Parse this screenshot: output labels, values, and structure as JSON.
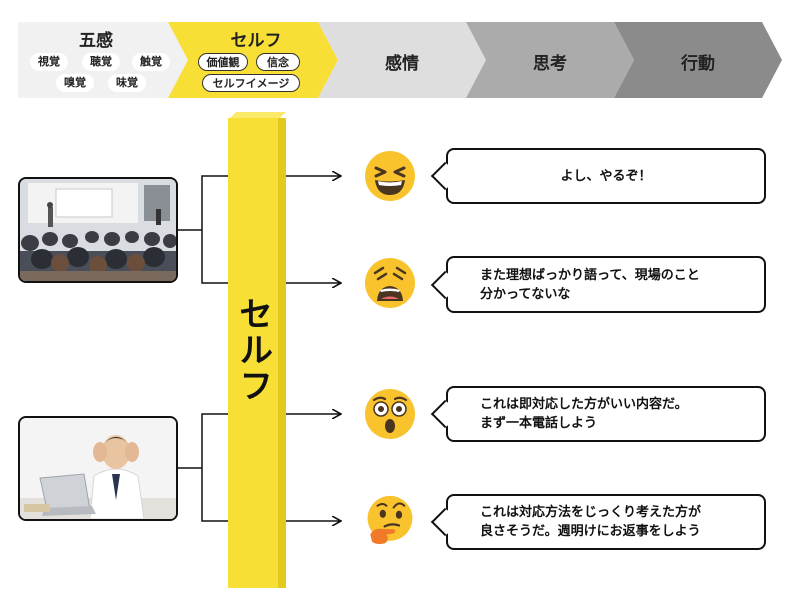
{
  "header": {
    "stages": [
      {
        "label": "五感",
        "items": [
          "視覚",
          "聴覚",
          "触覚",
          "嗅覚",
          "味覚"
        ]
      },
      {
        "label": "セルフ",
        "items": [
          "価値観",
          "信念",
          "セルフイメージ"
        ]
      },
      {
        "label": "感情"
      },
      {
        "label": "思考"
      },
      {
        "label": "行動"
      }
    ],
    "colors": [
      "#f1f1f1",
      "#f7df36",
      "#dedede",
      "#ababab",
      "#8b8b8b"
    ]
  },
  "bar": {
    "label": "セルフ",
    "color": "#f7df36"
  },
  "photos": [
    {
      "icon": "seminar-audience-photo"
    },
    {
      "icon": "worried-businessman-photo"
    }
  ],
  "reactions": [
    {
      "emoji": "grinning-squinting-face-icon",
      "text": "よし、やるぞ！"
    },
    {
      "emoji": "weary-face-icon",
      "text": "また理想ばっかり語って、現場のこと\n分かってないな"
    },
    {
      "emoji": "astonished-face-icon",
      "text": "これは即対応した方がいい内容だ。\nまず一本電話しよう"
    },
    {
      "emoji": "thinking-face-icon",
      "text": "これは対応方法をじっくり考えた方が\n良さそうだ。週明けにお返事をしよう"
    }
  ]
}
